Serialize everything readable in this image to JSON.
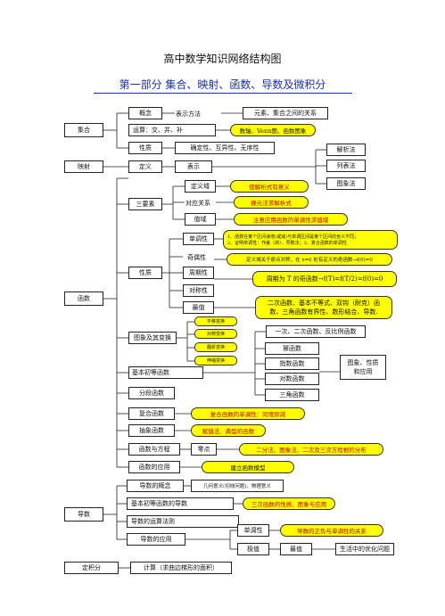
{
  "title": "高中数学知识网络结构图",
  "subtitle": "第一部分 集合、映射、函数、导数及微积分",
  "set": {
    "root": "集合",
    "concept": "概念",
    "repr": "表示方法",
    "elems": "元素、集合之间的关系",
    "ops": "运算：交、并、补",
    "venn": "数轴、Venn图、函数图象",
    "prop": "性质",
    "prop_vals": "确定性、互异性、无序性"
  },
  "mapping": {
    "root": "映射",
    "def": "定义",
    "repr": "表示",
    "analytic": "解析法",
    "list": "列表法",
    "graph": "图象法"
  },
  "func": {
    "root": "函数",
    "three": "三要素",
    "domain": "定义域",
    "corr": "对应关系",
    "range": "值域",
    "tip_domain": "使解析式有意义",
    "tip_corr": "换元法求解析式",
    "tip_range": "注意应用函数的单调性求值域",
    "props": "性质",
    "mono": "单调性",
    "mono_tip1": "1、函数在某个区间递增(或减)与单调区间是某个区间的含义不同；",
    "mono_tip2": "2、证明单调性：作差（商）、导数法；3、复合函数的单调性",
    "odd": "奇偶性",
    "odd_tip": "定义域关于原点对称，在 x=0 处有定义的奇函数→f(0)=0",
    "period": "周期性",
    "period_tip": "周期为 T 的奇函数→f(T)=f(T/2)=f(0)=0",
    "sym": "对称性",
    "extreme": "最值",
    "extreme_tip1": "二次函数、基本不等式、双钩（耐克）函",
    "extreme_tip2": "数、三角函数有界性、数形结合、导数.",
    "transform": "图象及其变换",
    "t_shift": "平移变换",
    "t_sym": "对称变换",
    "t_flip": "翻折变换",
    "t_scale": "伸缩变换",
    "basic": "基本初等函数",
    "b_linear": "一次、二次函数、反比例函数",
    "b_pow": "幂函数",
    "b_exp": "指数函数",
    "b_log": "对数函数",
    "b_trig": "三角函数",
    "b_apply": "图象、性质",
    "b_apply2": "和应用",
    "piecewise": "分段函数",
    "composite": "复合函数",
    "composite_tip": "复合函数的单调性：同增异减",
    "abstract": "抽象函数",
    "abstract_tip": "赋值法、典型的函数",
    "equation": "函数与方程",
    "zero": "零点",
    "zero_tip": "二分法、图象法、二次及三次方程根的分布",
    "application": "函数的应用",
    "application_tip": "建立函数模型"
  },
  "deriv": {
    "root": "导数",
    "concept": "导数的概念",
    "concept_tip": "几何意义(切线问题)、物理意义",
    "basic": "基本初等函数的导数",
    "basic_tip": "三次函数的性质、图象与应用",
    "rules": "导数的运算法则",
    "app": "导数的应用",
    "mono": "单调性",
    "mono_tip": "导数的正负与单调性的关系",
    "extreme": "极值",
    "max": "最值",
    "life": "生活中的优化问题"
  },
  "integral": {
    "root": "定积分",
    "calc": "计算（求曲边梯形的面积）"
  }
}
